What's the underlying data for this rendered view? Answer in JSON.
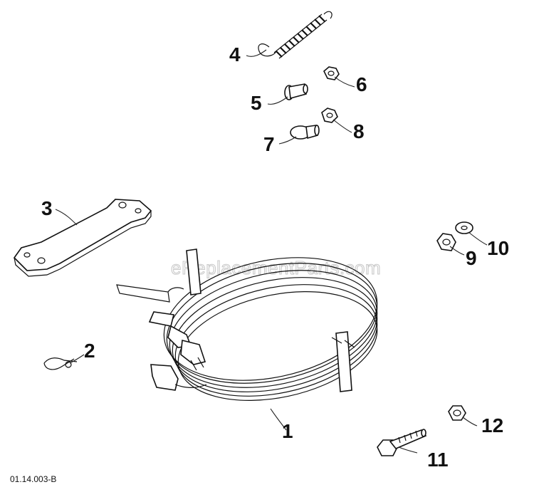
{
  "diagram": {
    "drawing_number": "01.14.003-B",
    "watermark": "eReplacementParts.com",
    "callouts": [
      {
        "id": "1",
        "label": "1"
      },
      {
        "id": "2",
        "label": "2"
      },
      {
        "id": "3",
        "label": "3"
      },
      {
        "id": "4",
        "label": "4"
      },
      {
        "id": "5",
        "label": "5"
      },
      {
        "id": "6",
        "label": "6"
      },
      {
        "id": "7",
        "label": "7"
      },
      {
        "id": "8",
        "label": "8"
      },
      {
        "id": "9",
        "label": "9"
      },
      {
        "id": "10",
        "label": "10"
      },
      {
        "id": "11",
        "label": "11"
      },
      {
        "id": "12",
        "label": "12"
      }
    ]
  }
}
